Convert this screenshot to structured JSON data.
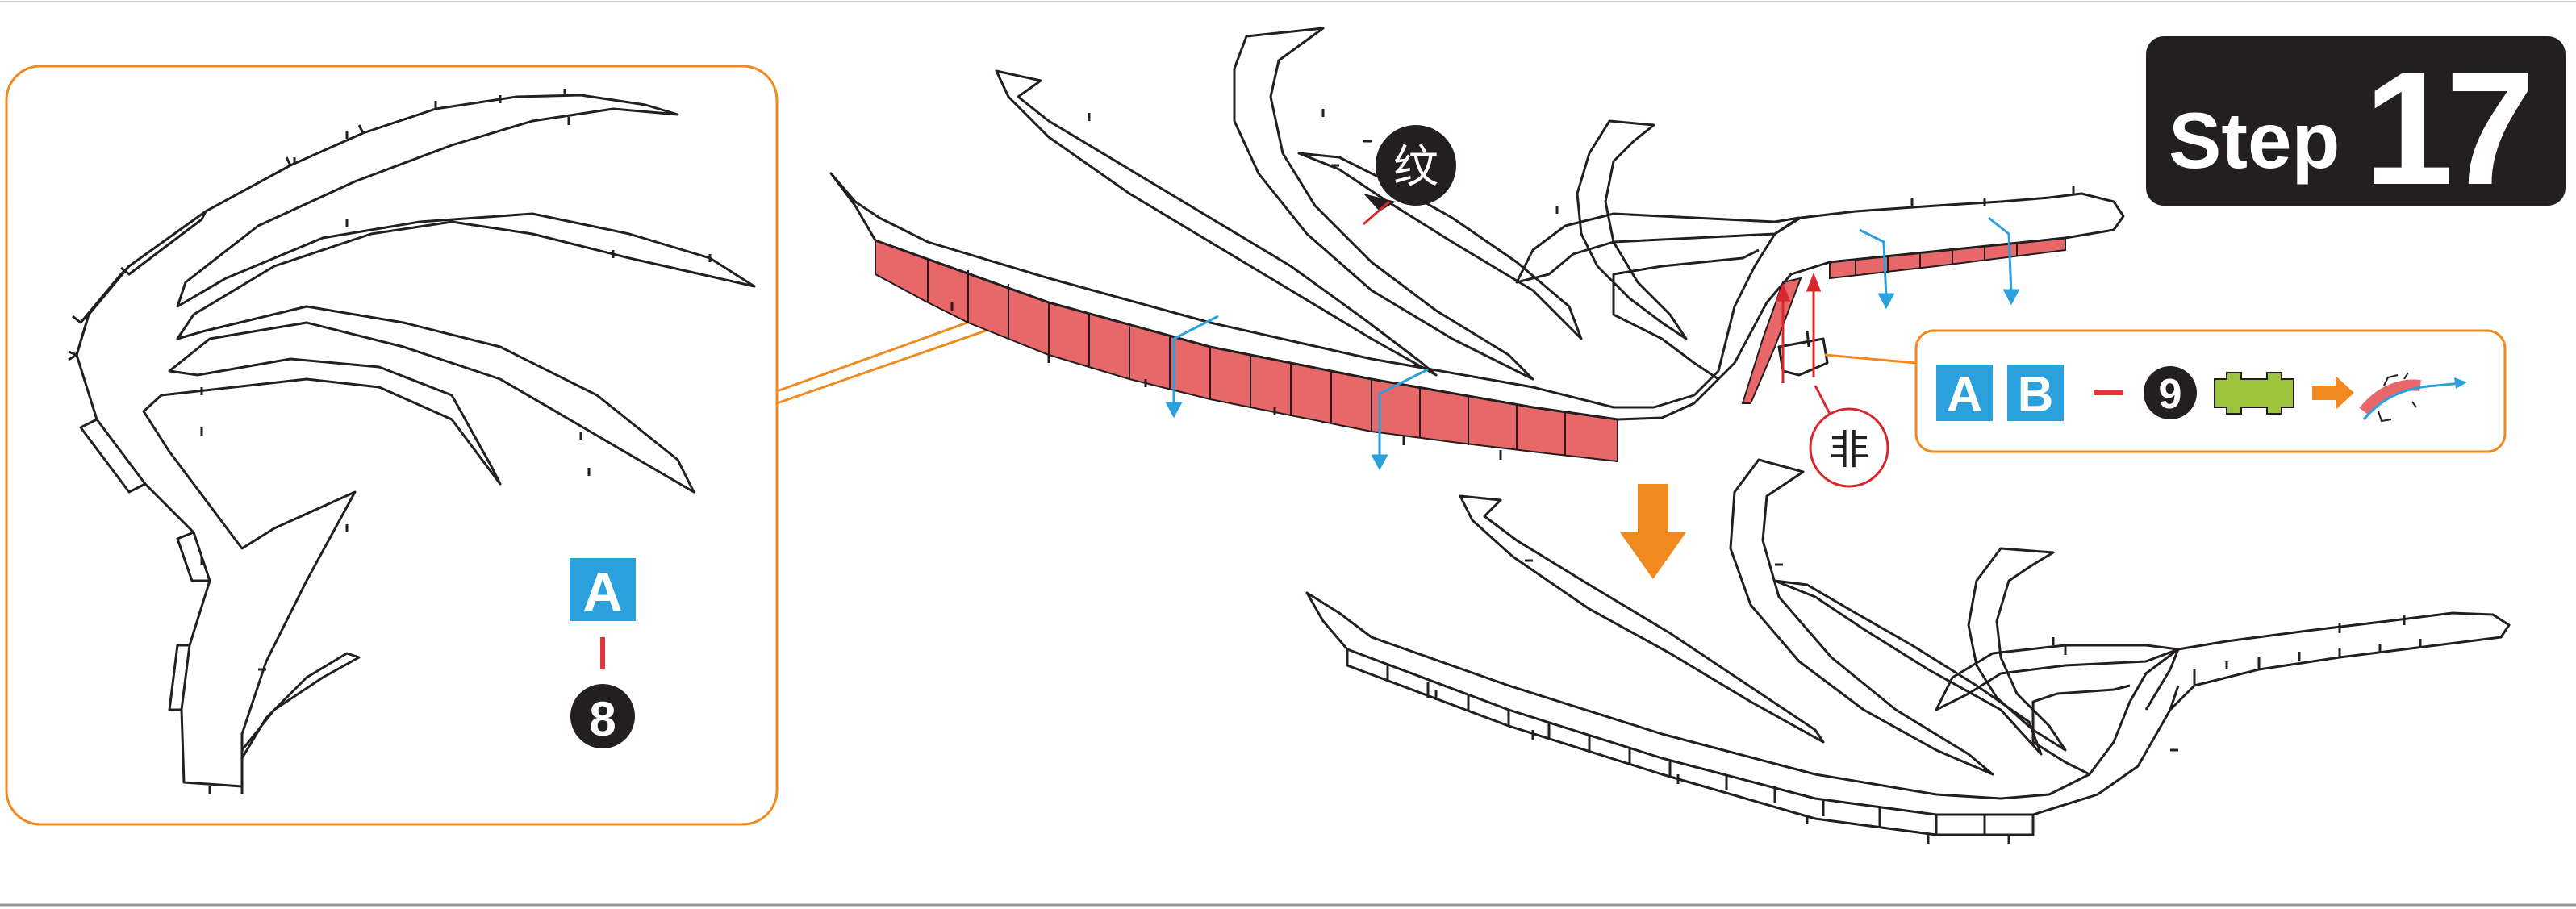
{
  "step": {
    "word": "Step",
    "number": "17"
  },
  "inset": {
    "part_letter": "A",
    "part_number": "8"
  },
  "callouts": {
    "top_char": "纹",
    "side_char": "非"
  },
  "parts_box": {
    "letter_a": "A",
    "letter_b": "B",
    "number": "9"
  },
  "colors": {
    "accent_orange": "#f08a1e",
    "highlight_red": "#e8686a",
    "blue": "#2aa0dc",
    "green": "#9cc33b",
    "dark": "#231f20",
    "callout_red": "#d8282e"
  }
}
